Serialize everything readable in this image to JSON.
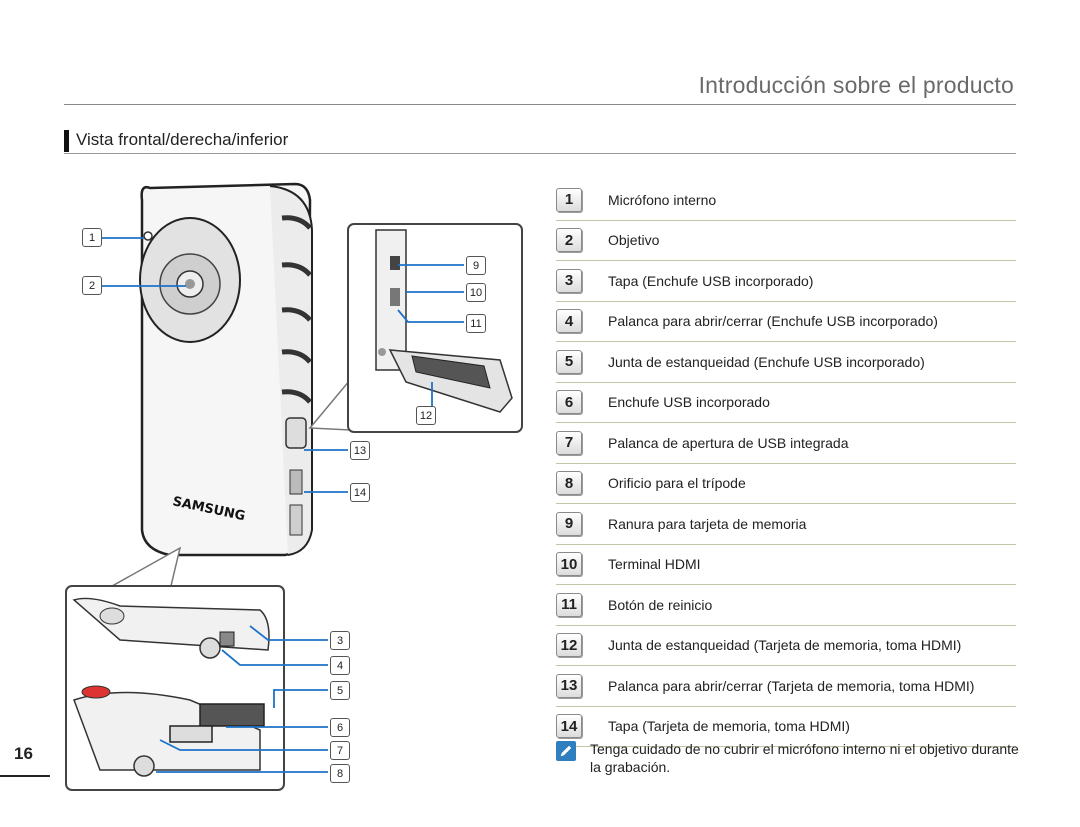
{
  "header": {
    "title": "Introducción sobre el producto"
  },
  "section": {
    "title": "Vista frontal/derecha/inferior"
  },
  "legend": [
    {
      "num": "1",
      "label": "Micrófono interno"
    },
    {
      "num": "2",
      "label": "Objetivo"
    },
    {
      "num": "3",
      "label": "Tapa (Enchufe USB incorporado)"
    },
    {
      "num": "4",
      "label": "Palanca para abrir/cerrar (Enchufe USB incorporado)"
    },
    {
      "num": "5",
      "label": "Junta de estanqueidad (Enchufe USB incorporado)"
    },
    {
      "num": "6",
      "label": "Enchufe USB incorporado"
    },
    {
      "num": "7",
      "label": "Palanca de apertura de USB integrada"
    },
    {
      "num": "8",
      "label": "Orificio para el trípode"
    },
    {
      "num": "9",
      "label": "Ranura para tarjeta de memoria"
    },
    {
      "num": "10",
      "label": "Terminal HDMI"
    },
    {
      "num": "11",
      "label": "Botón de reinicio"
    },
    {
      "num": "12",
      "label": "Junta de estanqueidad (Tarjeta de memoria, toma HDMI)"
    },
    {
      "num": "13",
      "label": "Palanca para abrir/cerrar (Tarjeta de memoria, toma HDMI)"
    },
    {
      "num": "14",
      "label": "Tapa (Tarjeta de memoria, toma HDMI)"
    }
  ],
  "note": {
    "icon": "note-pencil-icon",
    "text": "Tenga cuidado de no cubrir el micrófono interno ni el objetivo durante la grabación."
  },
  "illustration": {
    "brand": "SAMSUNG",
    "callouts": [
      "1",
      "2",
      "9",
      "10",
      "11",
      "12",
      "13",
      "14",
      "3",
      "4",
      "5",
      "6",
      "7",
      "8"
    ]
  },
  "footer": {
    "page_number": "16"
  },
  "colors": {
    "callout_line": "#1e73c8",
    "rule": "#8a8a8a",
    "note_icon": "#2f7fbf"
  }
}
